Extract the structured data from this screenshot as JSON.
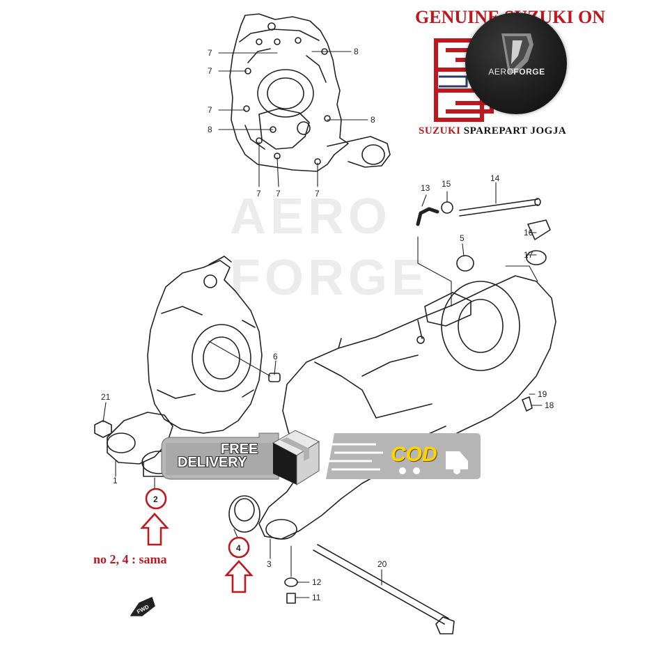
{
  "branding": {
    "title": "GENUINE SUZUKI ON",
    "shop_prefix": "SUZUKI",
    "shop_rest": " SPAREPART JOGJA",
    "logo_name": "AEROFORGE",
    "logo_name_a": "AERO",
    "logo_name_b": "FORGE",
    "watermark_line1": "AERO",
    "watermark_line2": "FORGE",
    "accent_red": "#c0161d",
    "cod_yellow": "#ffd400"
  },
  "banners": {
    "free_line1": "FREE",
    "free_line2": "DELIVERY",
    "cod_label": "COD"
  },
  "diagram": {
    "callouts": [
      {
        "id": "c7a",
        "label": "7"
      },
      {
        "id": "c7b",
        "label": "7"
      },
      {
        "id": "c7c",
        "label": "7"
      },
      {
        "id": "c8a",
        "label": "8"
      },
      {
        "id": "c8b",
        "label": "8"
      },
      {
        "id": "c8c",
        "label": "8"
      },
      {
        "id": "c7d",
        "label": "7"
      },
      {
        "id": "c7e",
        "label": "7"
      },
      {
        "id": "c7f",
        "label": "7"
      },
      {
        "id": "c13",
        "label": "13"
      },
      {
        "id": "c15",
        "label": "15"
      },
      {
        "id": "c14",
        "label": "14"
      },
      {
        "id": "c16",
        "label": "16"
      },
      {
        "id": "c5",
        "label": "5"
      },
      {
        "id": "c17",
        "label": "17"
      },
      {
        "id": "c6",
        "label": "6"
      },
      {
        "id": "c21",
        "label": "21"
      },
      {
        "id": "c19",
        "label": "19"
      },
      {
        "id": "c18",
        "label": "18"
      },
      {
        "id": "c1",
        "label": "1"
      },
      {
        "id": "c3",
        "label": "3"
      },
      {
        "id": "c20",
        "label": "20"
      },
      {
        "id": "c12",
        "label": "12"
      },
      {
        "id": "c11",
        "label": "11"
      }
    ],
    "highlighted": [
      {
        "id": "h2",
        "label": "2"
      },
      {
        "id": "h4",
        "label": "4"
      }
    ],
    "note": "no 2, 4 : sama",
    "fwd_label": "FWD"
  }
}
